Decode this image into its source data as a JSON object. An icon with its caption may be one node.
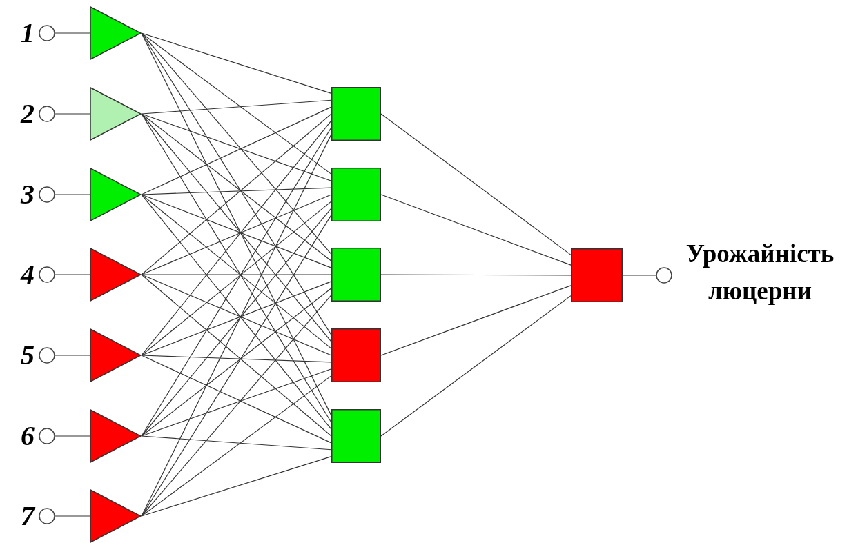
{
  "diagram": {
    "nodes": [
      {
        "text": [],
        "shape": "circle",
        "beside": [
          "1"
        ]
      },
      {
        "text": [],
        "shape": "circle",
        "beside": [
          "2"
        ]
      },
      {
        "text": [],
        "shape": "circle",
        "beside": [
          "3"
        ]
      },
      {
        "text": [],
        "shape": "circle",
        "beside": [
          "4"
        ]
      },
      {
        "text": [],
        "shape": "circle",
        "beside": [
          "5"
        ]
      },
      {
        "text": [],
        "shape": "circle",
        "beside": [
          "6"
        ]
      },
      {
        "text": [],
        "shape": "circle",
        "beside": [
          "7"
        ]
      },
      {
        "text": [],
        "shape": "triangle"
      },
      {
        "text": [],
        "shape": "triangle"
      },
      {
        "text": [],
        "shape": "triangle"
      },
      {
        "text": [],
        "shape": "triangle"
      },
      {
        "text": [],
        "shape": "triangle"
      },
      {
        "text": [],
        "shape": "triangle"
      },
      {
        "text": [],
        "shape": "triangle"
      },
      {
        "text": [],
        "shape": "box"
      },
      {
        "text": [],
        "shape": "box"
      },
      {
        "text": [],
        "shape": "box"
      },
      {
        "text": [],
        "shape": "box"
      },
      {
        "text": [],
        "shape": "box"
      },
      {
        "text": [],
        "shape": "box"
      },
      {
        "text": [],
        "shape": "circle",
        "beside": [
          "Урожайність люцерни"
        ]
      }
    ],
    "edges": [
      {
        "from": 0,
        "to": 7,
        "arrow": "none"
      },
      {
        "from": 1,
        "to": 8,
        "arrow": "none"
      },
      {
        "from": 2,
        "to": 9,
        "arrow": "none"
      },
      {
        "from": 3,
        "to": 10,
        "arrow": "none"
      },
      {
        "from": 4,
        "to": 11,
        "arrow": "none"
      },
      {
        "from": 5,
        "to": 12,
        "arrow": "none"
      },
      {
        "from": 6,
        "to": 13,
        "arrow": "none"
      },
      {
        "from": 7,
        "to": 14,
        "arrow": "none"
      },
      {
        "from": 7,
        "to": 15,
        "arrow": "none"
      },
      {
        "from": 7,
        "to": 16,
        "arrow": "none"
      },
      {
        "from": 7,
        "to": 17,
        "arrow": "none"
      },
      {
        "from": 7,
        "to": 18,
        "arrow": "none"
      },
      {
        "from": 8,
        "to": 14,
        "arrow": "none"
      },
      {
        "from": 8,
        "to": 15,
        "arrow": "none"
      },
      {
        "from": 8,
        "to": 16,
        "arrow": "none"
      },
      {
        "from": 8,
        "to": 17,
        "arrow": "none"
      },
      {
        "from": 8,
        "to": 18,
        "arrow": "none"
      },
      {
        "from": 9,
        "to": 14,
        "arrow": "none"
      },
      {
        "from": 9,
        "to": 15,
        "arrow": "none"
      },
      {
        "from": 9,
        "to": 16,
        "arrow": "none"
      },
      {
        "from": 9,
        "to": 17,
        "arrow": "none"
      },
      {
        "from": 9,
        "to": 18,
        "arrow": "none"
      },
      {
        "from": 10,
        "to": 14,
        "arrow": "none"
      },
      {
        "from": 10,
        "to": 15,
        "arrow": "none"
      },
      {
        "from": 10,
        "to": 16,
        "arrow": "none"
      },
      {
        "from": 10,
        "to": 17,
        "arrow": "none"
      },
      {
        "from": 10,
        "to": 18,
        "arrow": "none"
      },
      {
        "from": 11,
        "to": 14,
        "arrow": "none"
      },
      {
        "from": 11,
        "to": 15,
        "arrow": "none"
      },
      {
        "from": 11,
        "to": 16,
        "arrow": "none"
      },
      {
        "from": 11,
        "to": 17,
        "arrow": "none"
      },
      {
        "from": 11,
        "to": 18,
        "arrow": "none"
      },
      {
        "from": 12,
        "to": 14,
        "arrow": "none"
      },
      {
        "from": 12,
        "to": 15,
        "arrow": "none"
      },
      {
        "from": 12,
        "to": 16,
        "arrow": "none"
      },
      {
        "from": 12,
        "to": 17,
        "arrow": "none"
      },
      {
        "from": 12,
        "to": 18,
        "arrow": "none"
      },
      {
        "from": 13,
        "to": 14,
        "arrow": "none"
      },
      {
        "from": 13,
        "to": 15,
        "arrow": "none"
      },
      {
        "from": 13,
        "to": 16,
        "arrow": "none"
      },
      {
        "from": 13,
        "to": 17,
        "arrow": "none"
      },
      {
        "from": 13,
        "to": 18,
        "arrow": "none"
      },
      {
        "from": 14,
        "to": 19,
        "arrow": "none"
      },
      {
        "from": 15,
        "to": 19,
        "arrow": "none"
      },
      {
        "from": 16,
        "to": 19,
        "arrow": "none"
      },
      {
        "from": 17,
        "to": 19,
        "arrow": "none"
      },
      {
        "from": 18,
        "to": 19,
        "arrow": "none"
      },
      {
        "from": 19,
        "to": 20,
        "arrow": "none"
      }
    ]
  }
}
